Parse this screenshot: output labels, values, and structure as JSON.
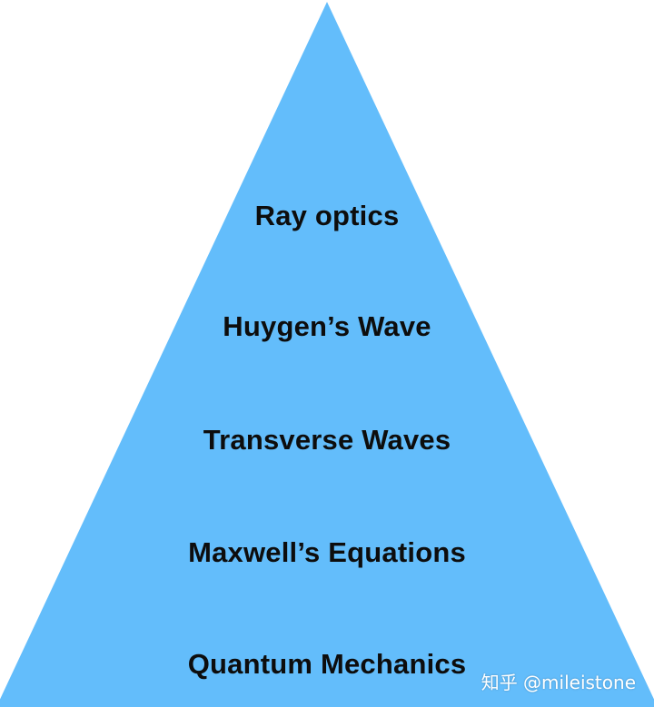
{
  "colors": {
    "pyramid_fill": "#63bdfb",
    "background": "#ffffff",
    "label_text": "#0d0d0d"
  },
  "layers": [
    "Ray optics",
    "Huygen’s Wave",
    "Transverse Waves",
    "Maxwell’s Equations",
    "Quantum Mechanics"
  ],
  "watermark": "知乎 @mileistone"
}
